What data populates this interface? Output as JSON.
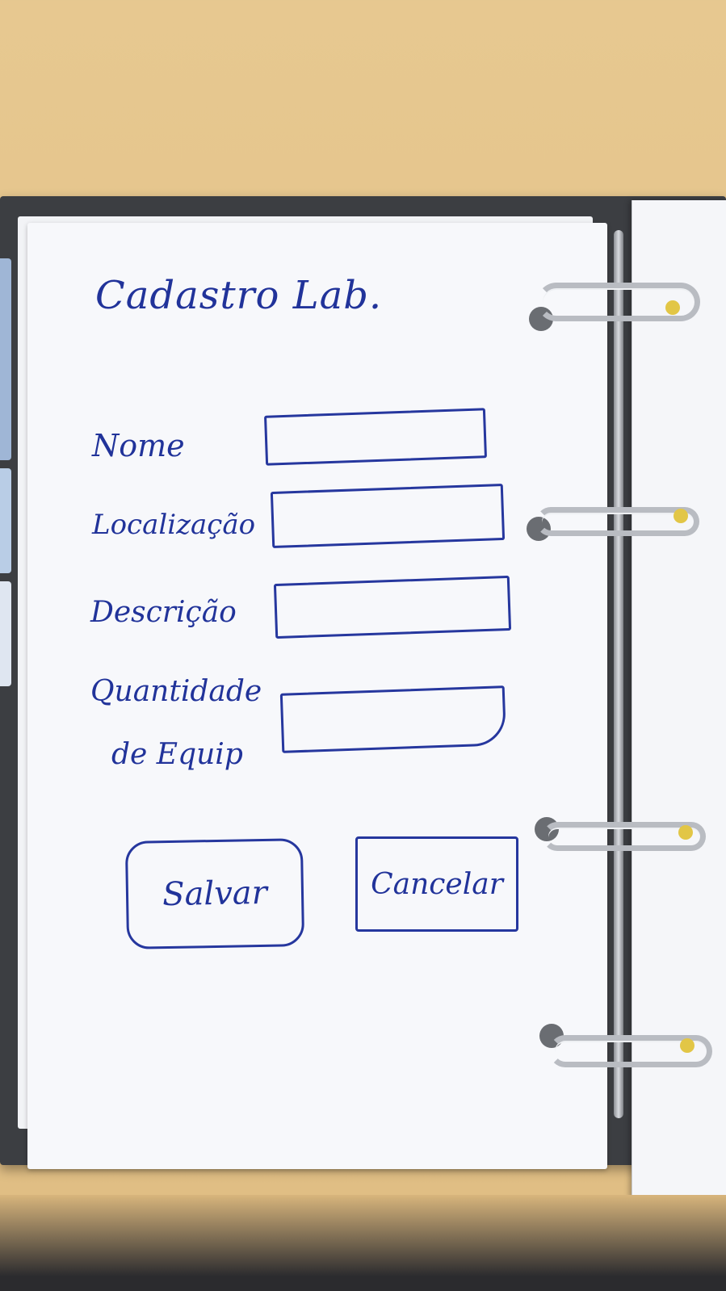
{
  "form": {
    "title": "Cadastro Lab.",
    "fields": [
      {
        "label": "Nome"
      },
      {
        "label": "Localização"
      },
      {
        "label": "Descrição"
      },
      {
        "label_line1": "Quantidade",
        "label_line2": "de Equip"
      }
    ],
    "buttons": {
      "save": "Salvar",
      "cancel": "Cancelar"
    }
  },
  "colors": {
    "ink": "#21339a",
    "paper": "#f7f8fb",
    "binder": "#3c3e42",
    "table": "#e3c38a"
  }
}
